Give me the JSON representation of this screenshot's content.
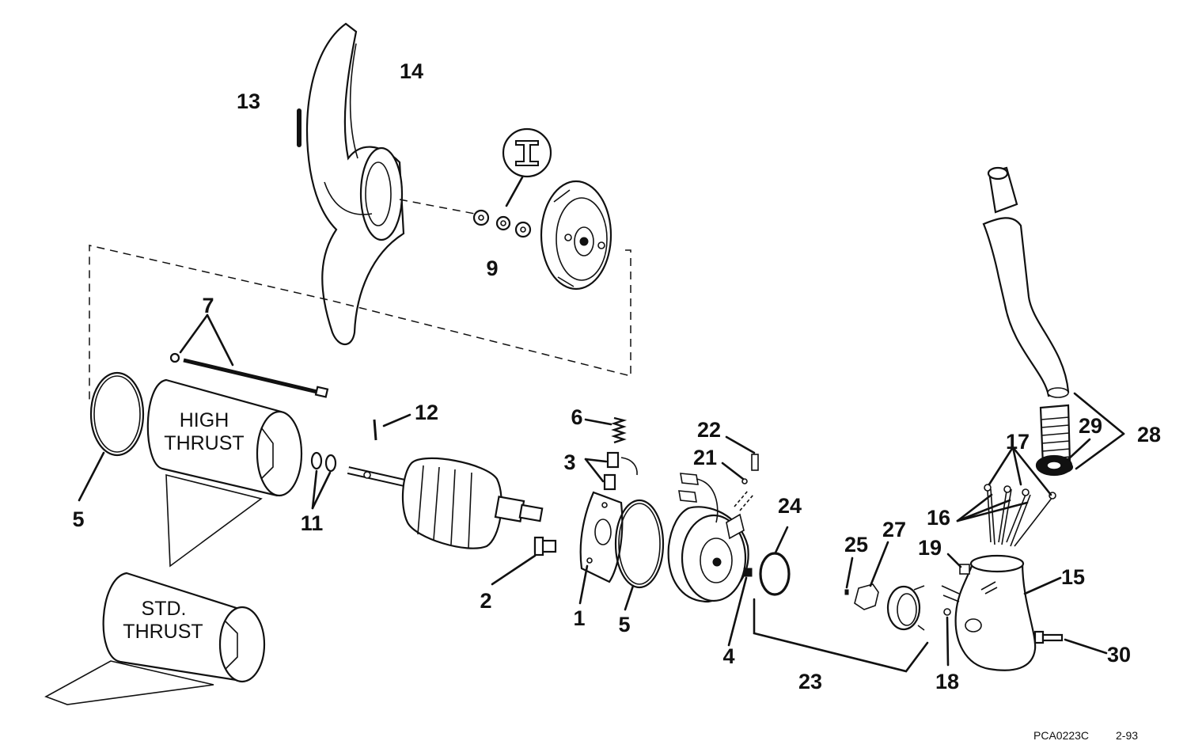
{
  "diagram": {
    "part_numbers": {
      "p1": "1",
      "p2": "2",
      "p3": "3",
      "p4": "4",
      "p5a": "5",
      "p5b": "5",
      "p6": "6",
      "p7": "7",
      "p9": "9",
      "p11": "11",
      "p12": "12",
      "p13": "13",
      "p14": "14",
      "p15": "15",
      "p16": "16",
      "p17": "17",
      "p18": "18",
      "p19": "19",
      "p21": "21",
      "p22": "22",
      "p23": "23",
      "p24": "24",
      "p25": "25",
      "p27": "27",
      "p28": "28",
      "p29": "29",
      "p30": "30"
    },
    "housing_high": {
      "line1": "HIGH",
      "line2": "THRUST"
    },
    "housing_std": {
      "line1": "STD.",
      "line2": "THRUST"
    },
    "footer": {
      "code": "PCA0223C",
      "date": "2-93"
    }
  }
}
